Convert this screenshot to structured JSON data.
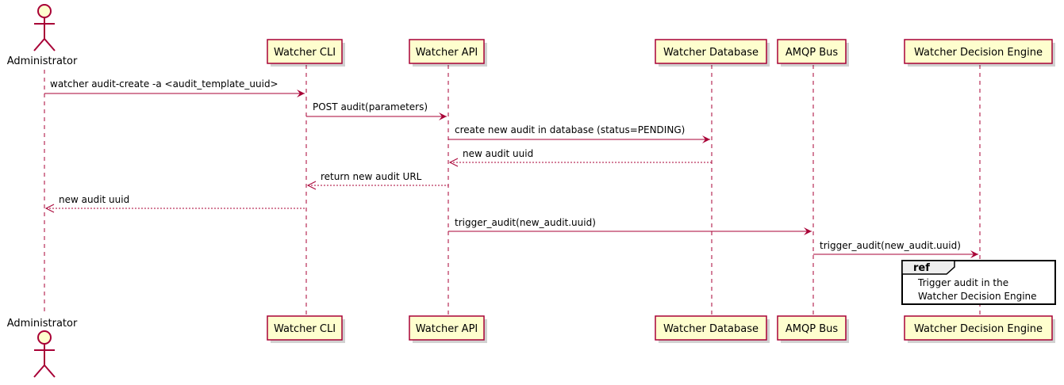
{
  "actor": {
    "name": "Administrator"
  },
  "participants": [
    {
      "id": "cli",
      "label": "Watcher CLI"
    },
    {
      "id": "api",
      "label": "Watcher API"
    },
    {
      "id": "db",
      "label": "Watcher Database"
    },
    {
      "id": "amqp",
      "label": "AMQP Bus"
    },
    {
      "id": "de",
      "label": "Watcher Decision Engine"
    }
  ],
  "messages": [
    {
      "from": "admin",
      "to": "cli",
      "label": "watcher audit-create -a <audit_template_uuid>",
      "style": "solid"
    },
    {
      "from": "cli",
      "to": "api",
      "label": "POST audit(parameters)",
      "style": "solid"
    },
    {
      "from": "api",
      "to": "db",
      "label": "create new audit in database (status=PENDING)",
      "style": "solid"
    },
    {
      "from": "db",
      "to": "api",
      "label": "new audit uuid",
      "style": "dashed"
    },
    {
      "from": "api",
      "to": "cli",
      "label": "return new audit URL",
      "style": "dashed"
    },
    {
      "from": "cli",
      "to": "admin",
      "label": "new audit uuid",
      "style": "dashed"
    },
    {
      "from": "api",
      "to": "amqp",
      "label": "trigger_audit(new_audit.uuid)",
      "style": "solid"
    },
    {
      "from": "amqp",
      "to": "de",
      "label": "trigger_audit(new_audit.uuid)",
      "style": "solid"
    }
  ],
  "ref": {
    "keyword": "ref",
    "lines": [
      "Trigger audit in the",
      "Watcher Decision Engine"
    ]
  },
  "colors": {
    "line": "#A80036",
    "box_fill": "#FEFECE"
  }
}
